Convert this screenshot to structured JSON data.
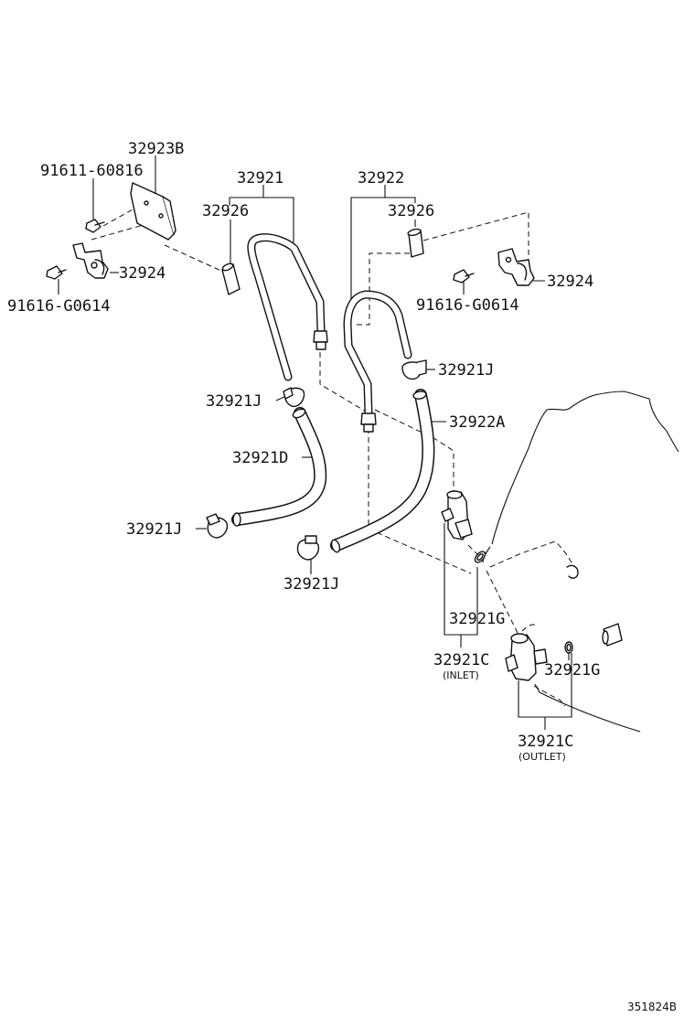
{
  "diagram": {
    "labels": {
      "l_32923B": "32923B",
      "l_91611_60816": "91611-60816",
      "l_32924_left": "32924",
      "l_91616_G0614_left": "91616-G0614",
      "l_32921": "32921",
      "l_32926_left": "32926",
      "l_32922": "32922",
      "l_32926_right": "32926",
      "l_91616_G0614_right": "91616-G0614",
      "l_32924_right": "32924",
      "l_32921J_a": "32921J",
      "l_32921J_b": "32921J",
      "l_32922A": "32922A",
      "l_32921D": "32921D",
      "l_32921J_c": "32921J",
      "l_32921J_d": "32921J",
      "l_32921G_a": "32921G",
      "l_32921C_inlet": "32921C",
      "l_inlet_note": "(INLET)",
      "l_32921G_b": "32921G",
      "l_32921C_outlet": "32921C",
      "l_outlet_note": "(OUTLET)",
      "l_ref": "351824B"
    }
  }
}
